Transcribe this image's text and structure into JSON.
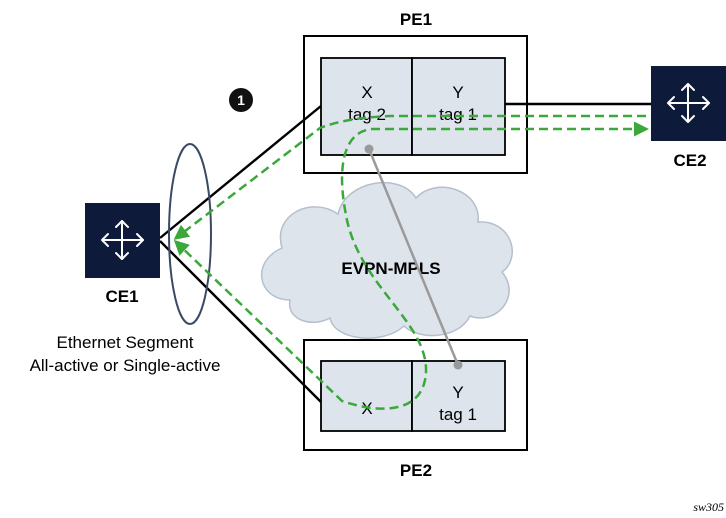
{
  "nodes": {
    "pe1": "PE1",
    "pe2": "PE2",
    "ce1": "CE1",
    "ce2": "CE2"
  },
  "cells": {
    "pe1_x_name": "X",
    "pe1_x_tag": "tag 2",
    "pe1_y_name": "Y",
    "pe1_y_tag": "tag 1",
    "pe2_x_name": "X",
    "pe2_y_name": "Y",
    "pe2_y_tag": "tag 1"
  },
  "cloud": {
    "label": "EVPN-MPLS"
  },
  "ethernet_segment": {
    "line1": "Ethernet Segment",
    "line2": "All-active or Single-active"
  },
  "step_marker": "1",
  "reference_id": "sw305",
  "colors": {
    "router_fill": "#0d1a3a",
    "vrf_fill": "#dde4ec",
    "cloud_fill": "#dde4ec",
    "cloud_stroke": "#b5c0cc",
    "traffic_path": "#3aa83a",
    "pw_line": "#9a9a9a",
    "es_ellipse": "#3a4a66"
  }
}
